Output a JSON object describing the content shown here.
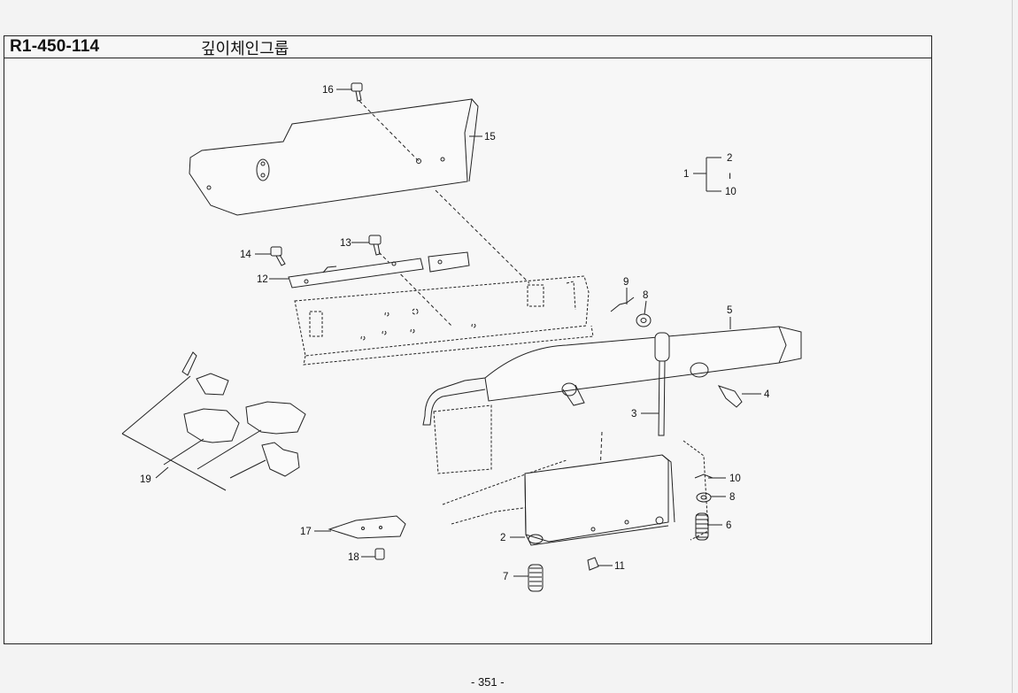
{
  "header": {
    "code": "R1-450-114",
    "title": "깊이체인그룹"
  },
  "footer": {
    "page_number": "- 351 -"
  },
  "callouts": {
    "c1": "1",
    "c2": "2",
    "c2b": "2",
    "c3": "3",
    "c4": "4",
    "c5": "5",
    "c6": "6",
    "c7": "7",
    "c8": "8",
    "c8b": "8",
    "c9": "9",
    "c10": "10",
    "c10b": "10",
    "c11": "11",
    "c12": "12",
    "c13": "13",
    "c14": "14",
    "c15": "15",
    "c16": "16",
    "c17": "17",
    "c18": "18",
    "c19": "19",
    "range_mark": "ı"
  }
}
